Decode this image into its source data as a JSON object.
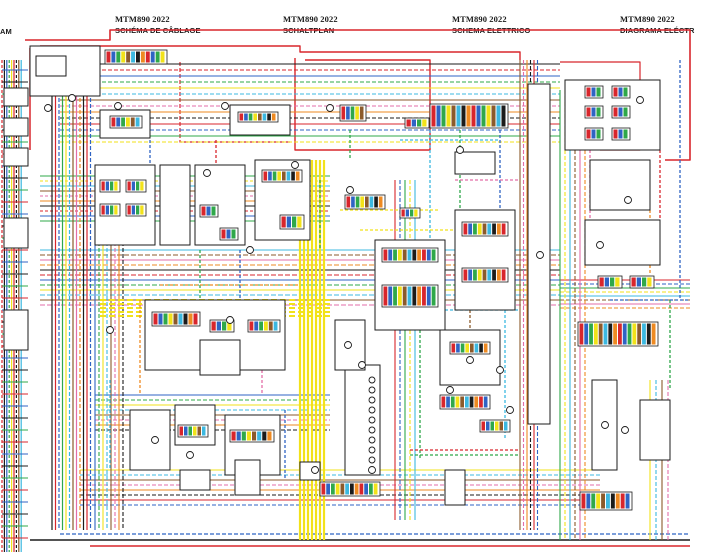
{
  "headers": [
    {
      "model": "",
      "subtitle": "AM"
    },
    {
      "model": "MTM890 2022",
      "subtitle": "SCHÉMA DE CÂBLAGE"
    },
    {
      "model": "MTM890 2022",
      "subtitle": "SCHALTPLAN"
    },
    {
      "model": "MTM890 2022",
      "subtitle": "SCHEMA ELETTRICO"
    },
    {
      "model": "MTM890 2022",
      "subtitle": "DIAGRAMA ELÉCTR"
    }
  ],
  "wire_colors": {
    "red": "#d8262c",
    "black": "#1b1b1b",
    "yellow": "#f2e21a",
    "blue": "#2f63c4",
    "green": "#2fa84a",
    "sky_blue": "#3cb8e0",
    "brown": "#8b5a2b",
    "pink": "#e36ea8",
    "orange": "#ee8a22",
    "gray": "#8c8c8c",
    "white": "#f4f4f4"
  }
}
